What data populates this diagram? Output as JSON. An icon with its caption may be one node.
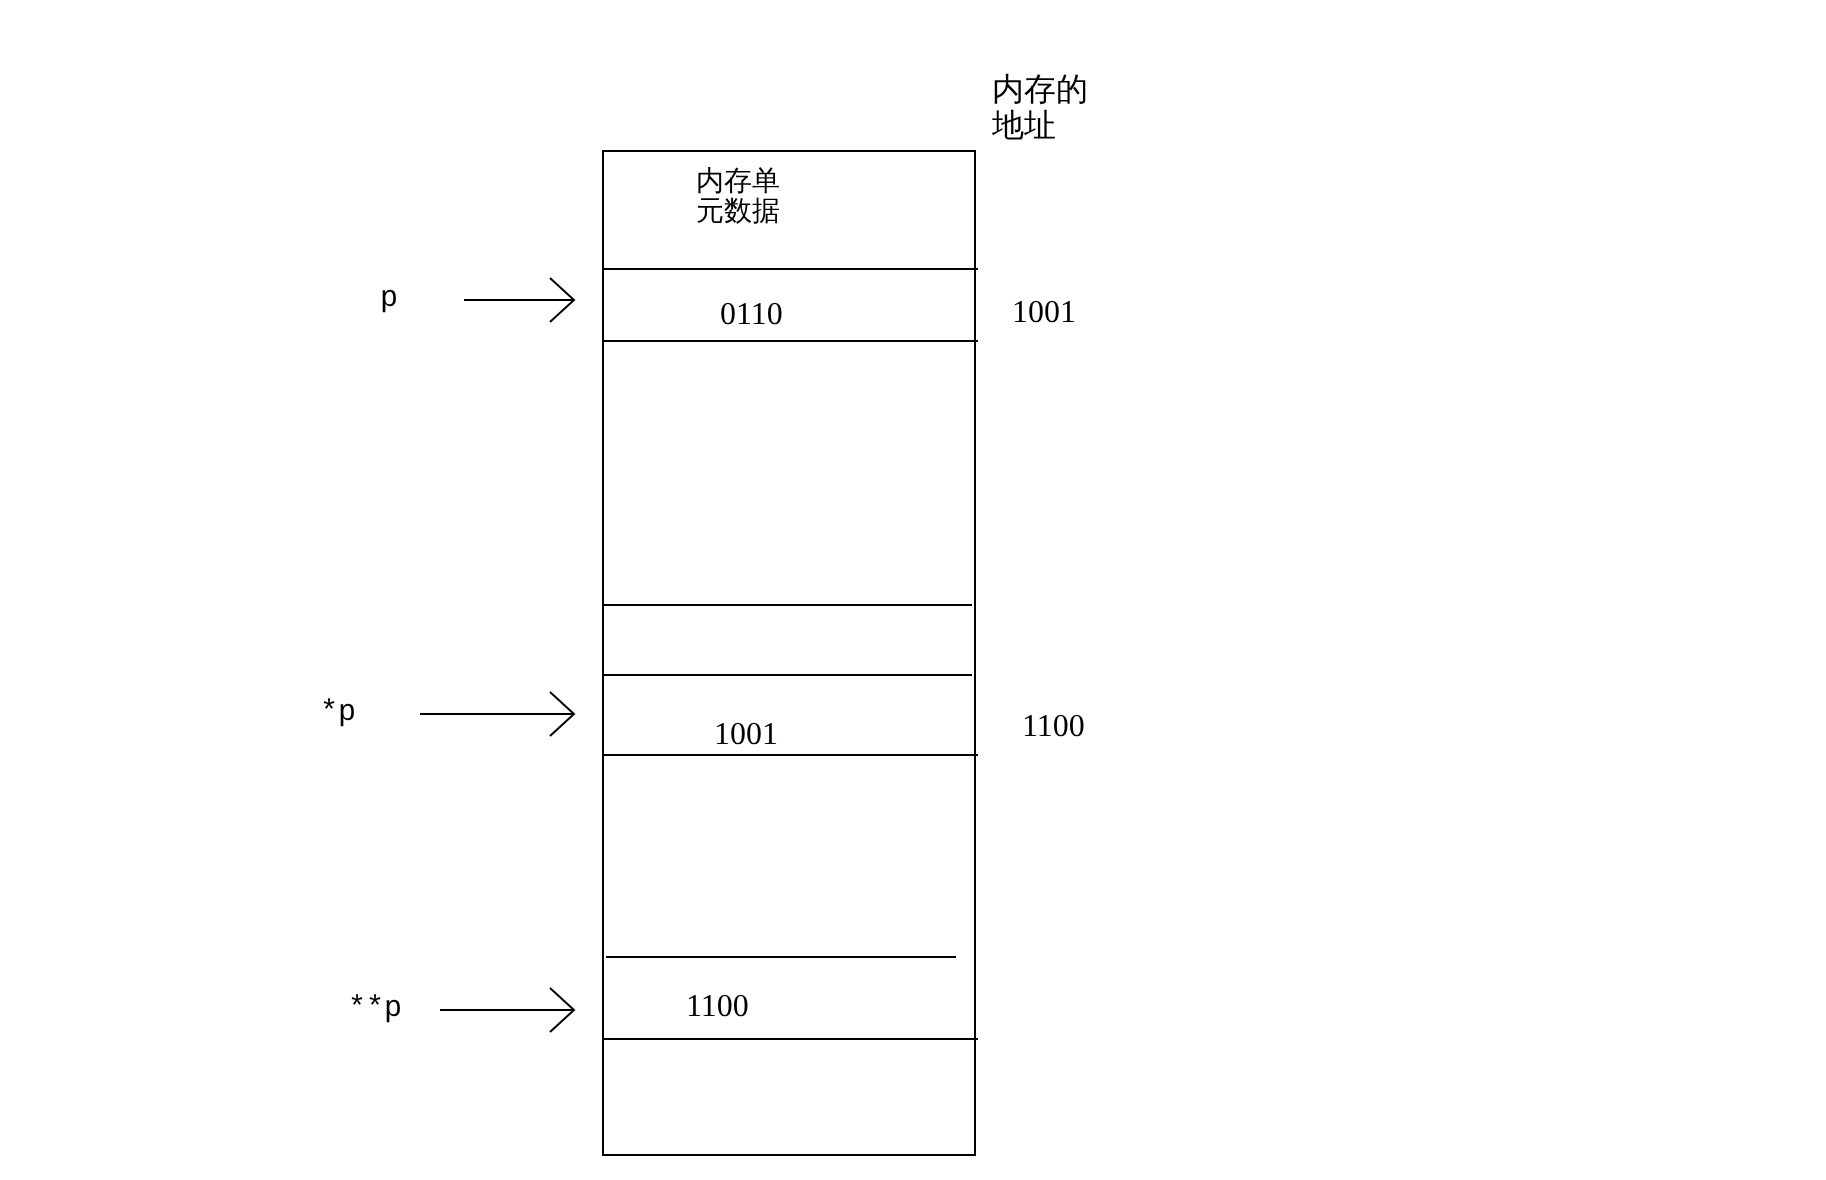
{
  "diagram": {
    "nodes": [
      {
        "text": [],
        "shape": "box"
      },
      {
        "text": [
          "内存单元数据"
        ],
        "in": 0
      },
      {
        "text": [
          "0110"
        ],
        "in": 0,
        "beside": [
          "1001"
        ]
      },
      {
        "text": [
          "1001"
        ],
        "in": 0,
        "beside": [
          "1100"
        ]
      },
      {
        "text": [
          "1100"
        ],
        "in": 0
      },
      {
        "text": [
          "p"
        ]
      },
      {
        "text": [
          "*p"
        ]
      },
      {
        "text": [
          "**p"
        ]
      }
    ],
    "edges": [
      {
        "from": 5,
        "to": 2,
        "arrow": "to"
      },
      {
        "from": 6,
        "to": 3,
        "arrow": "to"
      },
      {
        "from": 7,
        "to": 4,
        "arrow": "to"
      }
    ],
    "labels": [
      "内存的地址"
    ]
  }
}
